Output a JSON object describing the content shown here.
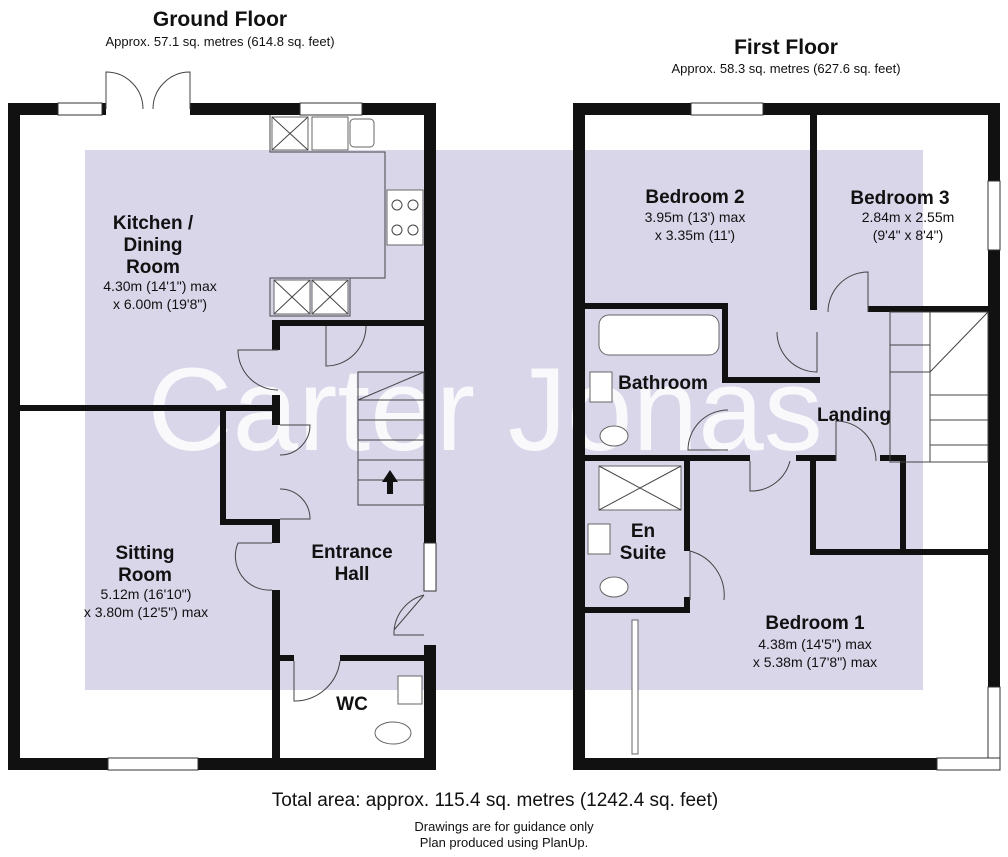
{
  "ground_floor": {
    "title": "Ground Floor",
    "area": "Approx. 57.1 sq. metres (614.8 sq. feet)",
    "rooms": {
      "kitchen": {
        "name1": "Kitchen /",
        "name2": "Dining",
        "name3": "Room",
        "dim1": "4.30m (14'1\") max",
        "dim2": "x 6.00m (19'8\")"
      },
      "sitting": {
        "name1": "Sitting",
        "name2": "Room",
        "dim1": "5.12m (16'10\")",
        "dim2": "x 3.80m (12'5\") max"
      },
      "hall": {
        "name1": "Entrance",
        "name2": "Hall"
      },
      "wc": {
        "name": "WC"
      }
    }
  },
  "first_floor": {
    "title": "First Floor",
    "area": "Approx. 58.3 sq. metres (627.6 sq. feet)",
    "rooms": {
      "bedroom2": {
        "name": "Bedroom 2",
        "dim1": "3.95m (13') max",
        "dim2": "x 3.35m (11')"
      },
      "bedroom3": {
        "name": "Bedroom 3",
        "dim1": "2.84m x 2.55m",
        "dim2": "(9'4\" x 8'4\")"
      },
      "bathroom": {
        "name": "Bathroom"
      },
      "landing": {
        "name": "Landing"
      },
      "ensuite": {
        "name1": "En",
        "name2": "Suite"
      },
      "bedroom1": {
        "name": "Bedroom 1",
        "dim1": "4.38m (14'5\") max",
        "dim2": "x 5.38m (17'8\") max"
      }
    }
  },
  "watermark": "Carter Jonas",
  "footer": {
    "total": "Total area: approx. 115.4 sq. metres (1242.4 sq. feet)",
    "note1": "Drawings are for guidance only",
    "note2": "Plan produced using PlanUp."
  },
  "colors": {
    "shade": "#d9d6ea",
    "wall": "#111111",
    "watermark": "#ffffff"
  }
}
